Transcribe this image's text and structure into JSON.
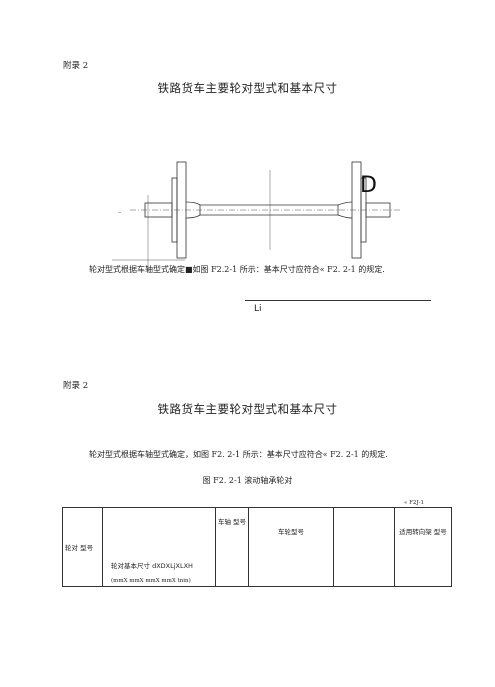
{
  "section1": {
    "appendix": "附录 2",
    "title": "铁路货车主要轮对型式和基本尺寸",
    "body": "轮对型式根据车轴型式确定■如图 F2.2-1 所示：基本尺寸应符合« F2. 2-1 的规定.",
    "li_label": "Li",
    "drawing_mark": "D"
  },
  "section2": {
    "appendix": "附录 2",
    "title": "铁路货车主要轮对型式和基本尺寸",
    "body": "轮对型式根据车轴型式确定，如图 F2. 2-1 所示：基本尺寸应符合« F2. 2-1 的规定.",
    "caption": "图 F2. 2-1 滚动轴承轮对",
    "table_ref": "« F2J-1"
  },
  "table": {
    "col1": "轮对 型号",
    "col2": "轮对基本尺寸 dXDXLjXLXH",
    "col2_units": "(mmX mmX mmX mmX tnin)",
    "col3": "车轴 型号",
    "col4": "车轮型号",
    "col5": "",
    "col6": "适用转向架 型号"
  }
}
